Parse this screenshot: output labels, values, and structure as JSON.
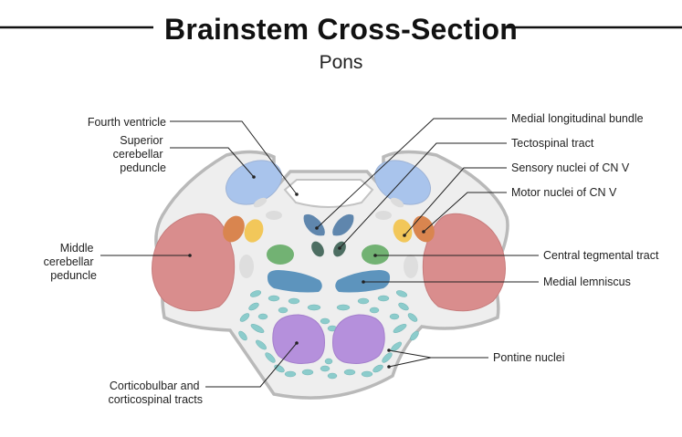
{
  "title": "Brainstem Cross-Section",
  "subtitle": "Pons",
  "labels": {
    "fourth_ventricle": "Fourth ventricle",
    "superior_cerebellar_peduncle": [
      "Superior",
      "cerebellar",
      "peduncle"
    ],
    "middle_cerebellar_peduncle": [
      "Middle",
      "cerebellar",
      "peduncle"
    ],
    "corticobulbar_corticospinal": [
      "Corticobulbar and",
      "corticospinal tracts"
    ],
    "medial_longitudinal_bundle": "Medial longitudinal bundle",
    "tectospinal_tract": "Tectospinal tract",
    "sensory_nuclei_cn_v": "Sensory nuclei of CN V",
    "motor_nuclei_cn_v": "Motor nuclei of CN V",
    "central_tegmental_tract": "Central tegmental tract",
    "medial_lemniscus": "Medial lemniscus",
    "pontine_nuclei": "Pontine nuclei"
  },
  "colors": {
    "tissue": "#eeeeee",
    "outline": "#b9b9b9",
    "superior_cerebellar_peduncle": "#a9c4ec",
    "middle_cerebellar_peduncle": "#d98d8d",
    "motor_nuclei_cn_v": "#d9854f",
    "sensory_nuclei_cn_v": "#f2c75a",
    "medial_longitudinal_bundle": "#5f86ad",
    "tectospinal_tract": "#4d6e62",
    "central_tegmental_tract": "#72b273",
    "medial_lemniscus": "#5d94bd",
    "corticospinal_tracts": "#b590dc",
    "pontine_nuclei": "#8ccccc"
  }
}
